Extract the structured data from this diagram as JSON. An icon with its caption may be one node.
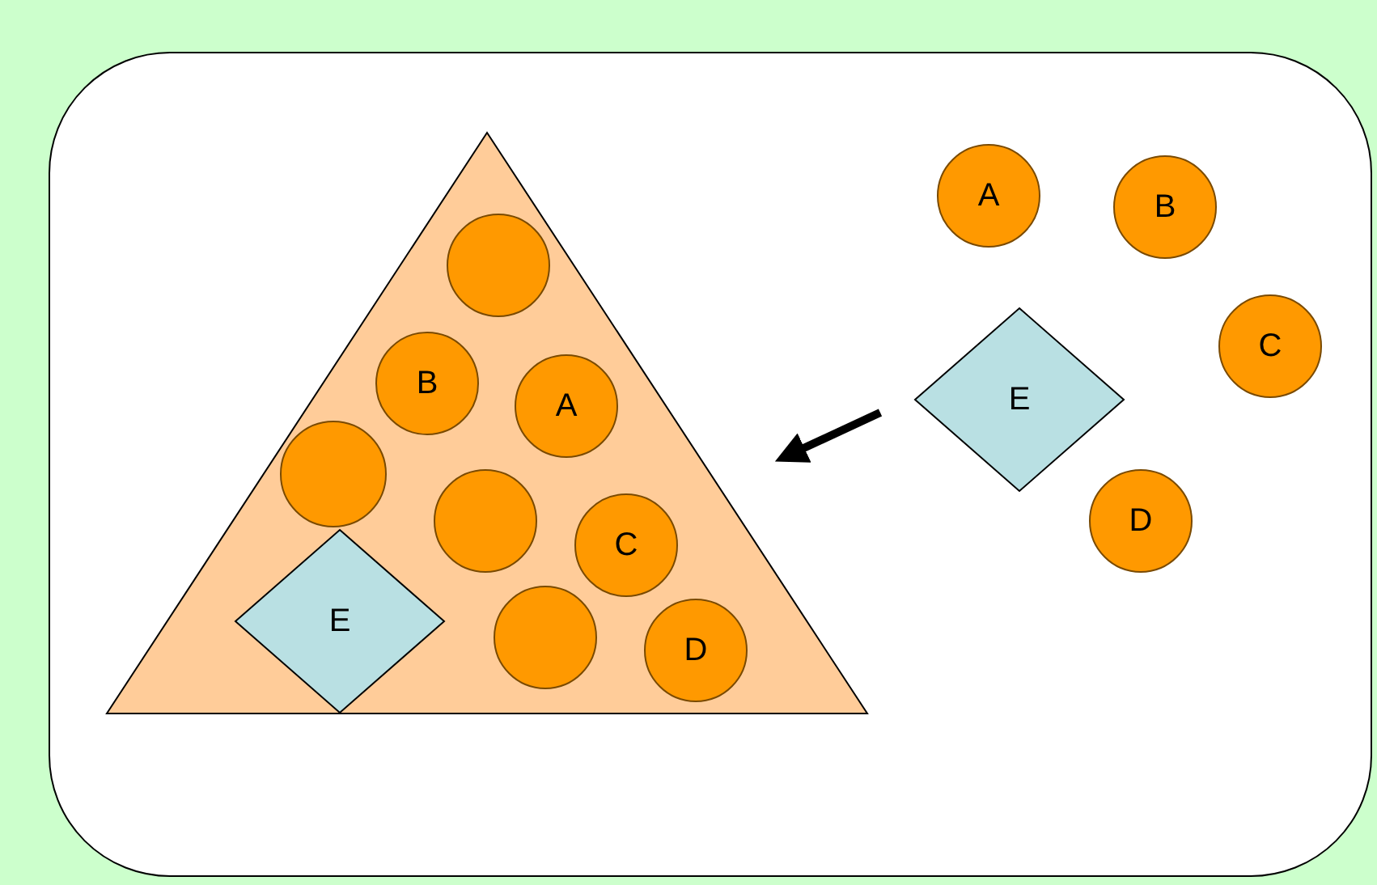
{
  "diagram": {
    "nodes": [
      {
        "text": [],
        "shape": "triangle"
      },
      {
        "text": [],
        "shape": "circle",
        "in": 0
      },
      {
        "text": [
          "B"
        ],
        "in": 0
      },
      {
        "text": [
          "A"
        ],
        "in": 0
      },
      {
        "text": [],
        "shape": "circle",
        "in": 0
      },
      {
        "text": [],
        "shape": "circle",
        "in": 0
      },
      {
        "text": [
          "C"
        ],
        "in": 0
      },
      {
        "text": [
          "E"
        ],
        "in": 0
      },
      {
        "text": [],
        "shape": "circle",
        "in": 0
      },
      {
        "text": [
          "D"
        ],
        "in": 0
      },
      {
        "text": [
          "A"
        ]
      },
      {
        "text": [
          "B"
        ]
      },
      {
        "text": [
          "C"
        ]
      },
      {
        "text": [
          "E"
        ]
      },
      {
        "text": [
          "D"
        ]
      }
    ],
    "edges": [
      {
        "from": 13,
        "to": 0,
        "arrow": "to"
      }
    ]
  }
}
